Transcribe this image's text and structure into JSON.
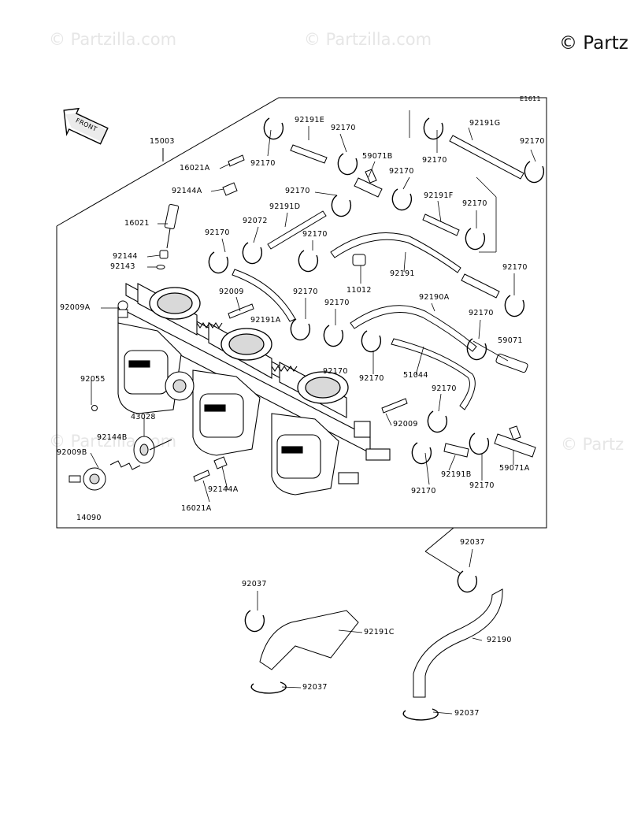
{
  "watermarks": {
    "faint": "© Partzilla.com",
    "corner": "© Partz"
  },
  "diagram_code": "E1611",
  "front_label": "FRONT",
  "part_labels": {
    "p15003": "15003",
    "p16021A_top": "16021A",
    "p92144A_top": "92144A",
    "p16021": "16021",
    "p92144": "92144",
    "p92143": "92143",
    "p92009A": "92009A",
    "p92055": "92055",
    "p43028": "43028",
    "p92144B": "92144B",
    "p92009B": "92009B",
    "p14090": "14090",
    "p16021A_bot": "16021A",
    "p92144A_bot": "92144A",
    "p92170_a": "92170",
    "p92191E": "92191E",
    "p92170_b": "92170",
    "p59071B": "59071B",
    "p92170_c": "92170",
    "p92191G": "92191G",
    "p92170_d": "92170",
    "p92170_e": "92170",
    "p92170_f": "92170",
    "p92191D": "92191D",
    "p92072": "92072",
    "p92170_g": "92170",
    "p92191F": "92191F",
    "p92170_h": "92170",
    "p92170_i": "92170",
    "p92170_j": "92170",
    "p92009_top": "92009",
    "p11012": "11012",
    "p92191": "92191",
    "p92170_k": "92170",
    "p92191A": "92191A",
    "p92170_l": "92170",
    "p92170_m": "92170",
    "p92190A": "92190A",
    "p92170_n": "92170",
    "p59071": "59071",
    "p92170_o": "92170",
    "p51044": "51044",
    "p92170_p": "92170",
    "p92009_bot": "92009",
    "p92191B": "92191B",
    "p92170_q": "92170",
    "p92170_r": "92170",
    "p59071A": "59071A",
    "p92037_a": "92037",
    "p92037_b": "92037",
    "p92191C": "92191C",
    "p92190": "92190",
    "p92037_c": "92037",
    "p92037_d": "92037"
  },
  "colors": {
    "line": "#000000",
    "fill_light": "#ffffff",
    "fill_grey": "#d9d9d9",
    "watermark": "#e6e6e6"
  }
}
